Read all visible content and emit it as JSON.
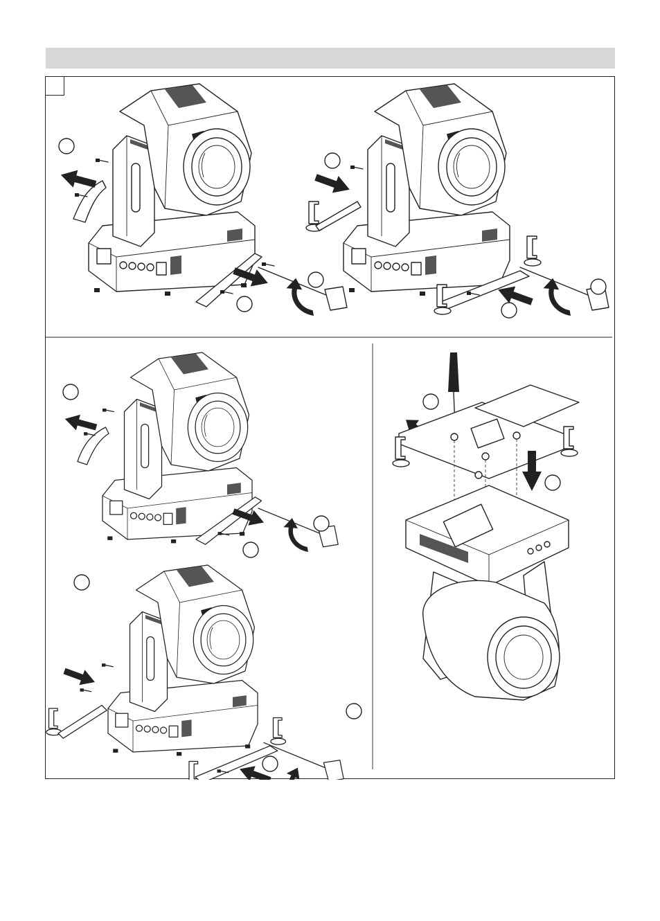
{
  "page": {
    "background": "#ffffff",
    "header_bar_color": "#d8d8d8",
    "line_color": "#222222"
  },
  "figure": {
    "label": "",
    "icons": [
      "moving-head-fixture",
      "arrow",
      "rotate-arrow",
      "screw",
      "handle",
      "mounting-bracket",
      "quick-lock-fastener",
      "screwdriver"
    ],
    "step_callouts": [
      "",
      "",
      "",
      "",
      "",
      "",
      "",
      "",
      "",
      "",
      "",
      "",
      "",
      ""
    ]
  }
}
